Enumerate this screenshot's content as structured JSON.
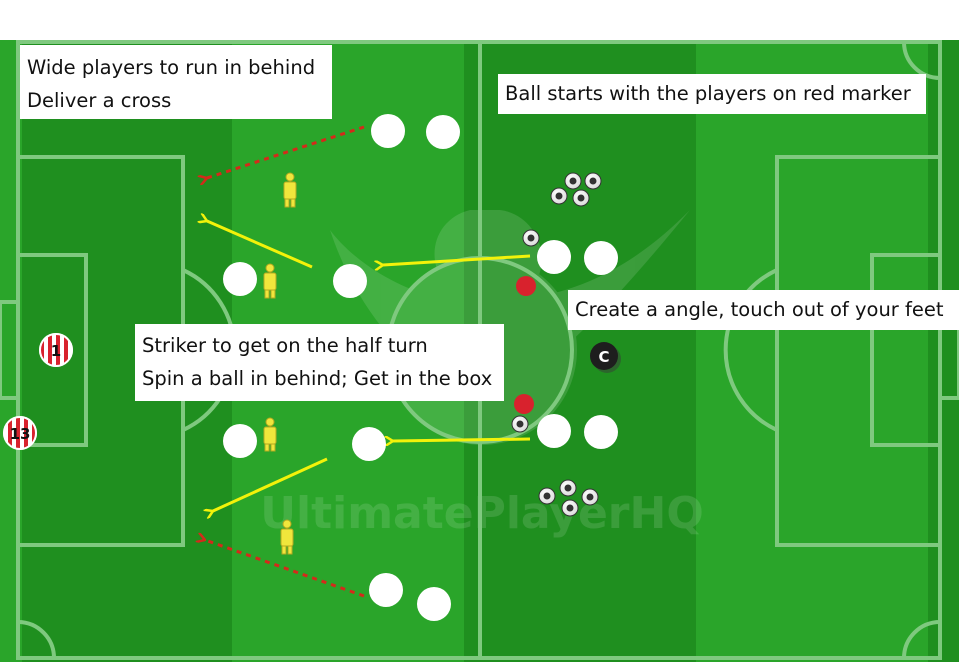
{
  "notes": {
    "wide_players": [
      "Wide players to run in behind",
      "Deliver a cross"
    ],
    "ball_start": "Ball starts with the players on red marker",
    "create_angle": "Create a angle, touch out of your feet",
    "striker": [
      "Striker to get on the half turn",
      "Spin a ball in behind; Get in the box"
    ]
  },
  "watermark": "UltimatePlayerHQ",
  "goalkeepers": [
    {
      "number": "1",
      "icon": "goalkeeper-striped-icon"
    },
    {
      "number": "13",
      "icon": "goalkeeper-striped-icon"
    }
  ],
  "coach_marker": "C",
  "colors": {
    "pitch_dark": "#1f8f1f",
    "pitch_light": "#2aa52a",
    "pitch_line": "#7fc97f",
    "run_arrow": "#f2f20a",
    "cross_arrow": "#d42a1a",
    "red_marker": "#d8222d",
    "mannequin": "#f0e63c",
    "player": "#ffffff",
    "coach": "#1e1e1e"
  }
}
